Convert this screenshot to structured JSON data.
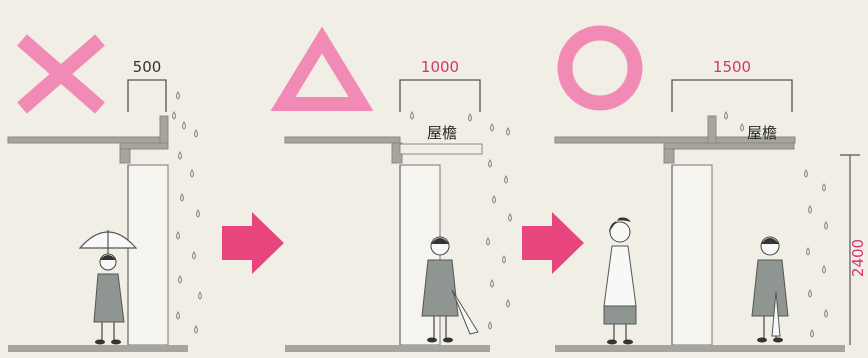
{
  "panels": [
    {
      "rating": "×",
      "rating_icon": "cross-icon",
      "eave_width": "500",
      "eave_label": ""
    },
    {
      "rating": "△",
      "rating_icon": "triangle-icon",
      "eave_width": "1000",
      "eave_label": "屋檐"
    },
    {
      "rating": "○",
      "rating_icon": "circle-icon",
      "eave_width": "1500",
      "eave_label": "屋檐"
    }
  ],
  "door_height": "2400",
  "colors": {
    "rating_pink": "#f28ab6",
    "arrow_pink": "#e8457f",
    "dimension_red": "#d6336c",
    "structure_gray": "#9a9a92",
    "line_dark": "#555555",
    "rain": "#8a8a86",
    "dress_gray": "#8f9590"
  }
}
